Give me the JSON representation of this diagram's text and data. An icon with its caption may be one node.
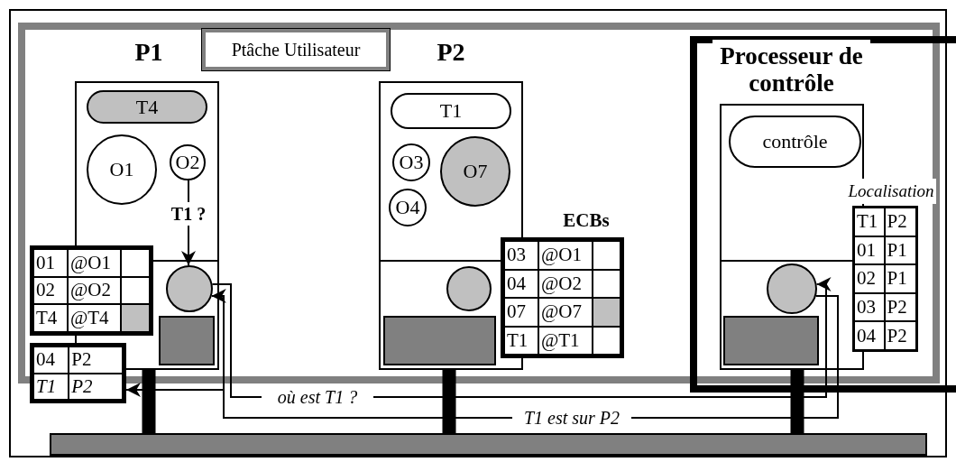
{
  "diagram": {
    "nodes": [
      {
        "text": [
          "Ptâche Utilisateur"
        ]
      },
      {
        "text": [
          "P1"
        ],
        "in": 0
      },
      {
        "text": [
          "T4"
        ],
        "in": 1
      },
      {
        "text": [
          "O1"
        ],
        "in": 1
      },
      {
        "text": [
          "O2"
        ],
        "in": 1
      },
      {
        "text": [],
        "shape": "circle",
        "in": 1
      },
      {
        "text": [
          "01",
          "@O1",
          "02",
          "@O2",
          "T4",
          "@T4"
        ],
        "in": 0
      },
      {
        "text": [
          "04",
          "P2",
          "T1",
          "P2"
        ]
      },
      {
        "text": [
          "P2"
        ],
        "in": 0
      },
      {
        "text": [
          "T1"
        ],
        "in": 8
      },
      {
        "text": [
          "O3"
        ],
        "in": 8
      },
      {
        "text": [
          "O4"
        ],
        "in": 8
      },
      {
        "text": [
          "O7"
        ],
        "in": 8
      },
      {
        "text": [],
        "shape": "circle",
        "in": 8
      },
      {
        "text": [
          "ECBs",
          "03",
          "@O1",
          "04",
          "@O2",
          "07",
          "@O7",
          "T1",
          "@T1"
        ],
        "in": 0
      },
      {
        "text": [
          "Processeur de contrôle"
        ]
      },
      {
        "text": [],
        "shape": "box",
        "in": 15
      },
      {
        "text": [
          "contrôle"
        ],
        "in": 16
      },
      {
        "text": [],
        "shape": "circle",
        "in": 16
      },
      {
        "text": [
          "Localisation",
          "T1",
          "P2",
          "01",
          "P1",
          "02",
          "P1",
          "03",
          "P2",
          "04",
          "P2"
        ],
        "in": 15
      },
      {
        "text": [],
        "shape": "bar"
      },
      {
        "text": [],
        "shape": "box",
        "in": 1
      },
      {
        "text": [],
        "shape": "box",
        "in": 8
      },
      {
        "text": [],
        "shape": "box",
        "in": 16
      }
    ],
    "edges": [
      {
        "from": 4,
        "to": 5,
        "arrow": "to",
        "label": "T1 ?"
      },
      {
        "from": 5,
        "to": 18,
        "arrow": "to",
        "label": "où est T1 ?"
      },
      {
        "from": 18,
        "to": 5,
        "arrow": "to",
        "label": "T1 est sur P2"
      },
      {
        "from": 18,
        "to": 7,
        "arrow": "to"
      },
      {
        "from": 1,
        "to": 20,
        "arrow": "none",
        "style": "thick"
      },
      {
        "from": 8,
        "to": 20,
        "arrow": "none",
        "style": "thick"
      },
      {
        "from": 16,
        "to": 20,
        "arrow": "none",
        "style": "thick"
      }
    ]
  }
}
